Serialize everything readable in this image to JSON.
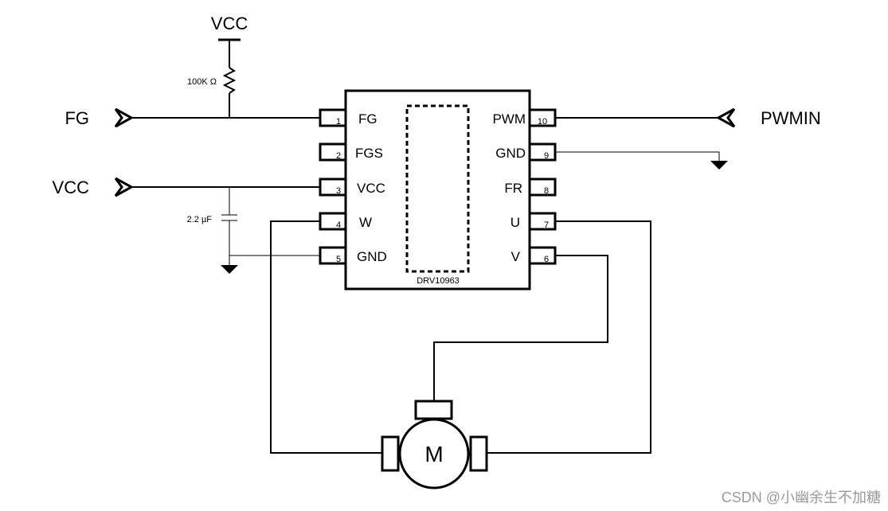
{
  "chip": {
    "name": "DRV10963",
    "left_pins": [
      {
        "num": "1",
        "name": "FG"
      },
      {
        "num": "2",
        "name": "FGS"
      },
      {
        "num": "3",
        "name": "VCC"
      },
      {
        "num": "4",
        "name": "W"
      },
      {
        "num": "5",
        "name": "GND"
      }
    ],
    "right_pins": [
      {
        "num": "10",
        "name": "PWM"
      },
      {
        "num": "9",
        "name": "GND"
      },
      {
        "num": "8",
        "name": "FR"
      },
      {
        "num": "7",
        "name": "U"
      },
      {
        "num": "6",
        "name": "V"
      }
    ]
  },
  "supply": {
    "label": "VCC"
  },
  "resistor": {
    "label": "100K Ω"
  },
  "capacitor": {
    "label": "2.2 µF"
  },
  "ports": {
    "fg": "FG",
    "vcc": "VCC",
    "pwmin": "PWMIN"
  },
  "motor": {
    "label": "M"
  },
  "watermark": "CSDN @小幽余生不加糖"
}
